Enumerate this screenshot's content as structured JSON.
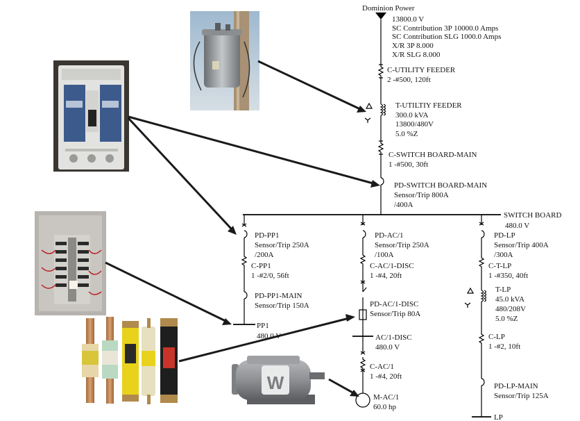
{
  "source": {
    "name": "Dominion Power",
    "voltage": "13800.0 V",
    "sc_3p": "SC Contribution 3P 10000.0 Amps",
    "sc_slg": "SC Contribution SLG 1000.0 Amps",
    "xr_3p": "X/R 3P 8.000",
    "xr_slg": "X/R SLG 8.000"
  },
  "utility_feeder": {
    "name": "C-UTILITY FEEDER",
    "spec": "2 -#500, 120ft"
  },
  "utility_transformer": {
    "name": "T-UTILTIY FEEDER",
    "kva": "300.0 kVA",
    "voltage": "13800/480V",
    "impedance": "5.0 %Z"
  },
  "main_cable": {
    "name": "C-SWITCH BOARD-MAIN",
    "spec": "1 -#500, 30ft"
  },
  "main_breaker": {
    "name": "PD-SWITCH BOARD-MAIN",
    "sensor": "Sensor/Trip 800A",
    "trip": "/400A"
  },
  "switchboard": {
    "name": "SWITCH BOARD",
    "voltage": "480.0 V"
  },
  "pp1_branch": {
    "breaker": {
      "name": "PD-PP1",
      "sensor": "Sensor/Trip 250A",
      "trip": "/200A"
    },
    "cable": {
      "name": "C-PP1",
      "spec": "1 -#2/0, 56ft"
    },
    "main": {
      "name": "PD-PP1-MAIN",
      "sensor": "Sensor/Trip 150A"
    },
    "bus": {
      "name": "PP1",
      "voltage": "480.0 V"
    }
  },
  "ac_branch": {
    "breaker": {
      "name": "PD-AC/1",
      "sensor": "Sensor/Trip 250A",
      "trip": "/100A"
    },
    "cable": {
      "name": "C-AC/1-DISC",
      "spec": "1 -#4, 20ft"
    },
    "disconnect": {
      "name": "PD-AC/1-DISC",
      "sensor": "Sensor/Trip 80A"
    },
    "bus": {
      "name": "AC/1-DISC",
      "voltage": "480.0 V"
    },
    "motor_cable": {
      "name": "C-AC/1",
      "spec": "1 -#4, 20ft"
    },
    "motor": {
      "name": "M-AC/1",
      "hp": "60.0 hp"
    }
  },
  "lp_branch": {
    "breaker": {
      "name": "PD-LP",
      "sensor": "Sensor/Trip 400A",
      "trip": "/300A"
    },
    "cable": {
      "name": "C-T-LP",
      "spec": "1 -#350, 40ft"
    },
    "transformer": {
      "name": "T-LP",
      "kva": "45.0 kVA",
      "voltage": "480/208V",
      "impedance": "5.0 %Z"
    },
    "cable2": {
      "name": "C-LP",
      "spec": "1 -#2, 10ft"
    },
    "main": {
      "name": "PD-LP-MAIN",
      "sensor": "Sensor/Trip 125A"
    },
    "bus": {
      "name": "LP"
    }
  },
  "motor_nameplate": "W",
  "colors": {
    "breaker_body": "#3c5a8c",
    "fuse_yellow": "#e8d21c",
    "copper": "#c08a55",
    "motor_grey": "#8e9094",
    "panel_grey": "#c9c6c2"
  }
}
